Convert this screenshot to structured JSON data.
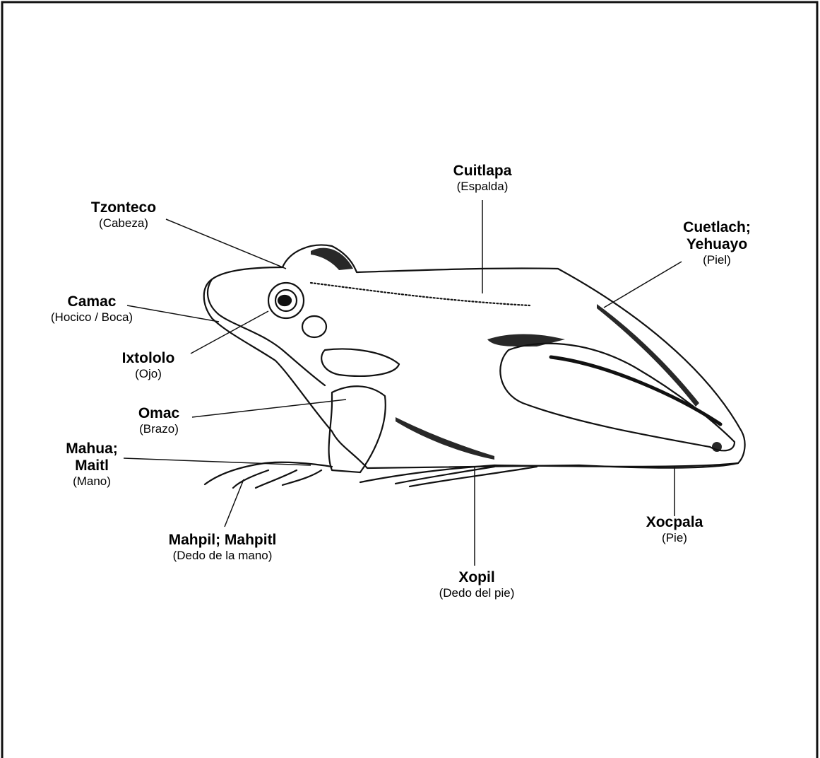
{
  "labels": {
    "cuitlapa": {
      "name": "Cuitlapa",
      "gloss": "(Espalda)"
    },
    "tzonteco": {
      "name": "Tzonteco",
      "gloss": "(Cabeza)"
    },
    "cuetlach": {
      "name1": "Cuetlach;",
      "name2": "Yehuayo",
      "gloss": "(Piel)"
    },
    "camac": {
      "name": "Camac",
      "gloss": "(Hocico / Boca)"
    },
    "ixtololo": {
      "name": "Ixtololo",
      "gloss": "(Ojo)"
    },
    "omac": {
      "name": "Omac",
      "gloss": "(Brazo)"
    },
    "mahua": {
      "name1": "Mahua;",
      "name2": "Maitl",
      "gloss": "(Mano)"
    },
    "mahpil": {
      "name": "Mahpil; Mahpitl",
      "gloss": "(Dedo de la mano)"
    },
    "xopil": {
      "name": "Xopil",
      "gloss": "(Dedo del pie)"
    },
    "xocpala": {
      "name": "Xocpala",
      "gloss": "(Pie)"
    }
  },
  "colors": {
    "ink": "#000000",
    "paper": "#ffffff",
    "border": "#111111"
  }
}
